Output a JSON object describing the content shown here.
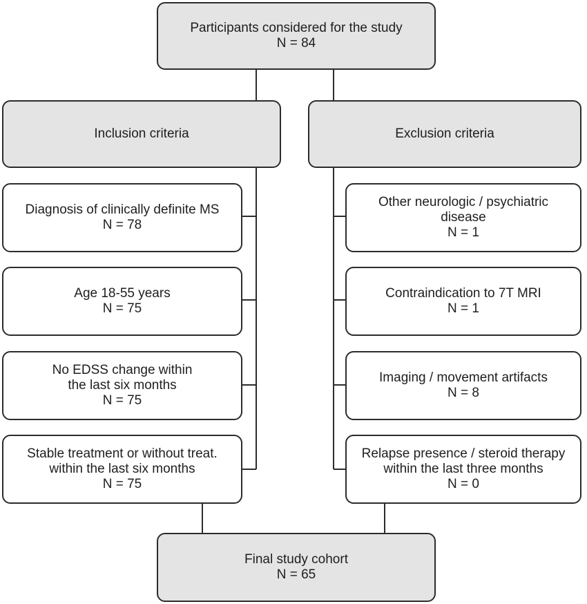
{
  "top": {
    "title": "Participants considered for the study",
    "count": "N = 84"
  },
  "inclusion": {
    "header": "Inclusion criteria",
    "items": [
      {
        "lines": [
          "Diagnosis of clinically definite MS"
        ],
        "count": "N = 78"
      },
      {
        "lines": [
          "Age 18-55 years"
        ],
        "count": "N = 75"
      },
      {
        "lines": [
          "No EDSS change within",
          "the last six months"
        ],
        "count": "N = 75"
      },
      {
        "lines": [
          "Stable treatment or without treat.",
          "within the last six months"
        ],
        "count": "N = 75"
      }
    ]
  },
  "exclusion": {
    "header": "Exclusion criteria",
    "items": [
      {
        "lines": [
          "Other neurologic / psychiatric",
          "disease"
        ],
        "count": "N = 1"
      },
      {
        "lines": [
          "Contraindication to 7T MRI"
        ],
        "count": "N = 1"
      },
      {
        "lines": [
          "Imaging / movement artifacts"
        ],
        "count": "N = 8"
      },
      {
        "lines": [
          "Relapse presence / steroid therapy",
          "within the last three months"
        ],
        "count": "N = 0"
      }
    ]
  },
  "final": {
    "title": "Final study cohort",
    "count": "N = 65"
  }
}
